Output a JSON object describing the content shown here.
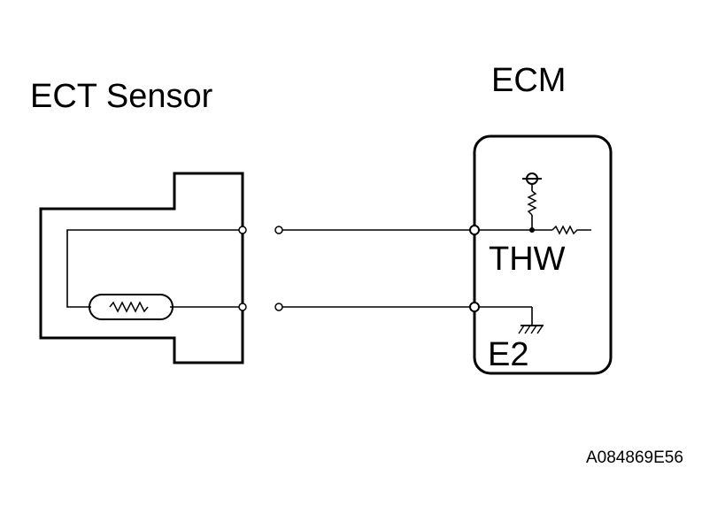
{
  "labels": {
    "sensor_title": "ECT Sensor",
    "ecm_title": "ECM",
    "thw": "THW",
    "e2": "E2",
    "figure_code": "A084869E56"
  }
}
